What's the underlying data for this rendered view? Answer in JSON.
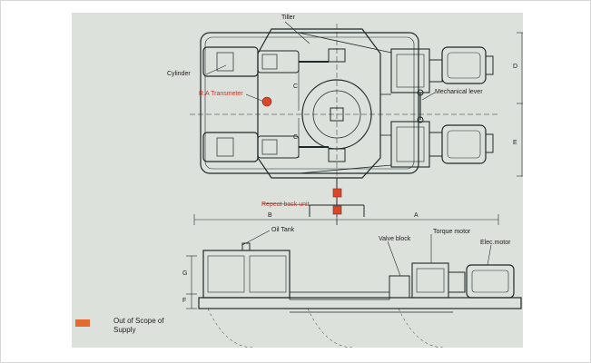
{
  "labels": {
    "tiller": "Tiller",
    "cylinder": "Cylinder",
    "ra_transmeter": "R.A Transmeter",
    "mechanical_lever": "Mechanical lever",
    "repeat_back_unit": "Repeat back unit",
    "oil_tank": "Oil Tank",
    "valve_block": "Valve block",
    "torque_motor": "Torque motor",
    "elec_motor": "Elec.motor"
  },
  "dimensions": {
    "a": "A",
    "b": "B",
    "c_upper": "C",
    "c_lower": "C",
    "d": "D",
    "e": "E",
    "f": "F",
    "g": "G"
  },
  "legend": {
    "text": "Out of Scope of Supply",
    "color": "#e46a33"
  },
  "colors": {
    "panel": "#dde1db",
    "line": "#1f2a2a",
    "highlight": "#d9472b"
  }
}
